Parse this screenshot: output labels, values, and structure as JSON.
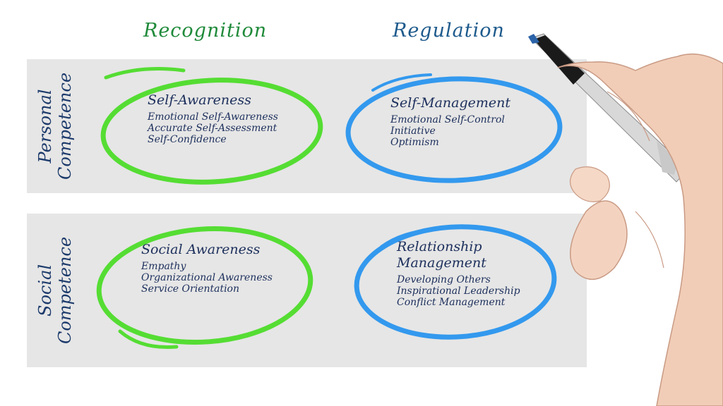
{
  "columns": {
    "recognition": "Recognition",
    "regulation": "Regulation"
  },
  "rows": {
    "personal": "Personal\nCompetence",
    "social": "Social\nCompetence"
  },
  "quadrants": {
    "self_awareness": {
      "title": "Self-Awareness",
      "items": [
        "Emotional Self-Awareness",
        "Accurate Self-Assessment",
        "Self-Confidence"
      ]
    },
    "self_management": {
      "title": "Self-Management",
      "items": [
        "Emotional Self-Control",
        "Initiative",
        "Optimism"
      ]
    },
    "social_awareness": {
      "title": "Social Awareness",
      "items": [
        "Empathy",
        "Organizational Awareness",
        "Service Orientation"
      ]
    },
    "relationship_management": {
      "title": "Relationship\nManagement",
      "items": [
        "Developing Others",
        "Inspirational Leadership",
        "Conflict Management"
      ]
    }
  },
  "colors": {
    "recognition_ellipse": "#55dd33",
    "regulation_ellipse": "#3399ee",
    "heading_green": "#1f8a3a",
    "heading_blue": "#1d5a8c",
    "band": "#e6e6e6",
    "text": "#1c2f5c"
  }
}
